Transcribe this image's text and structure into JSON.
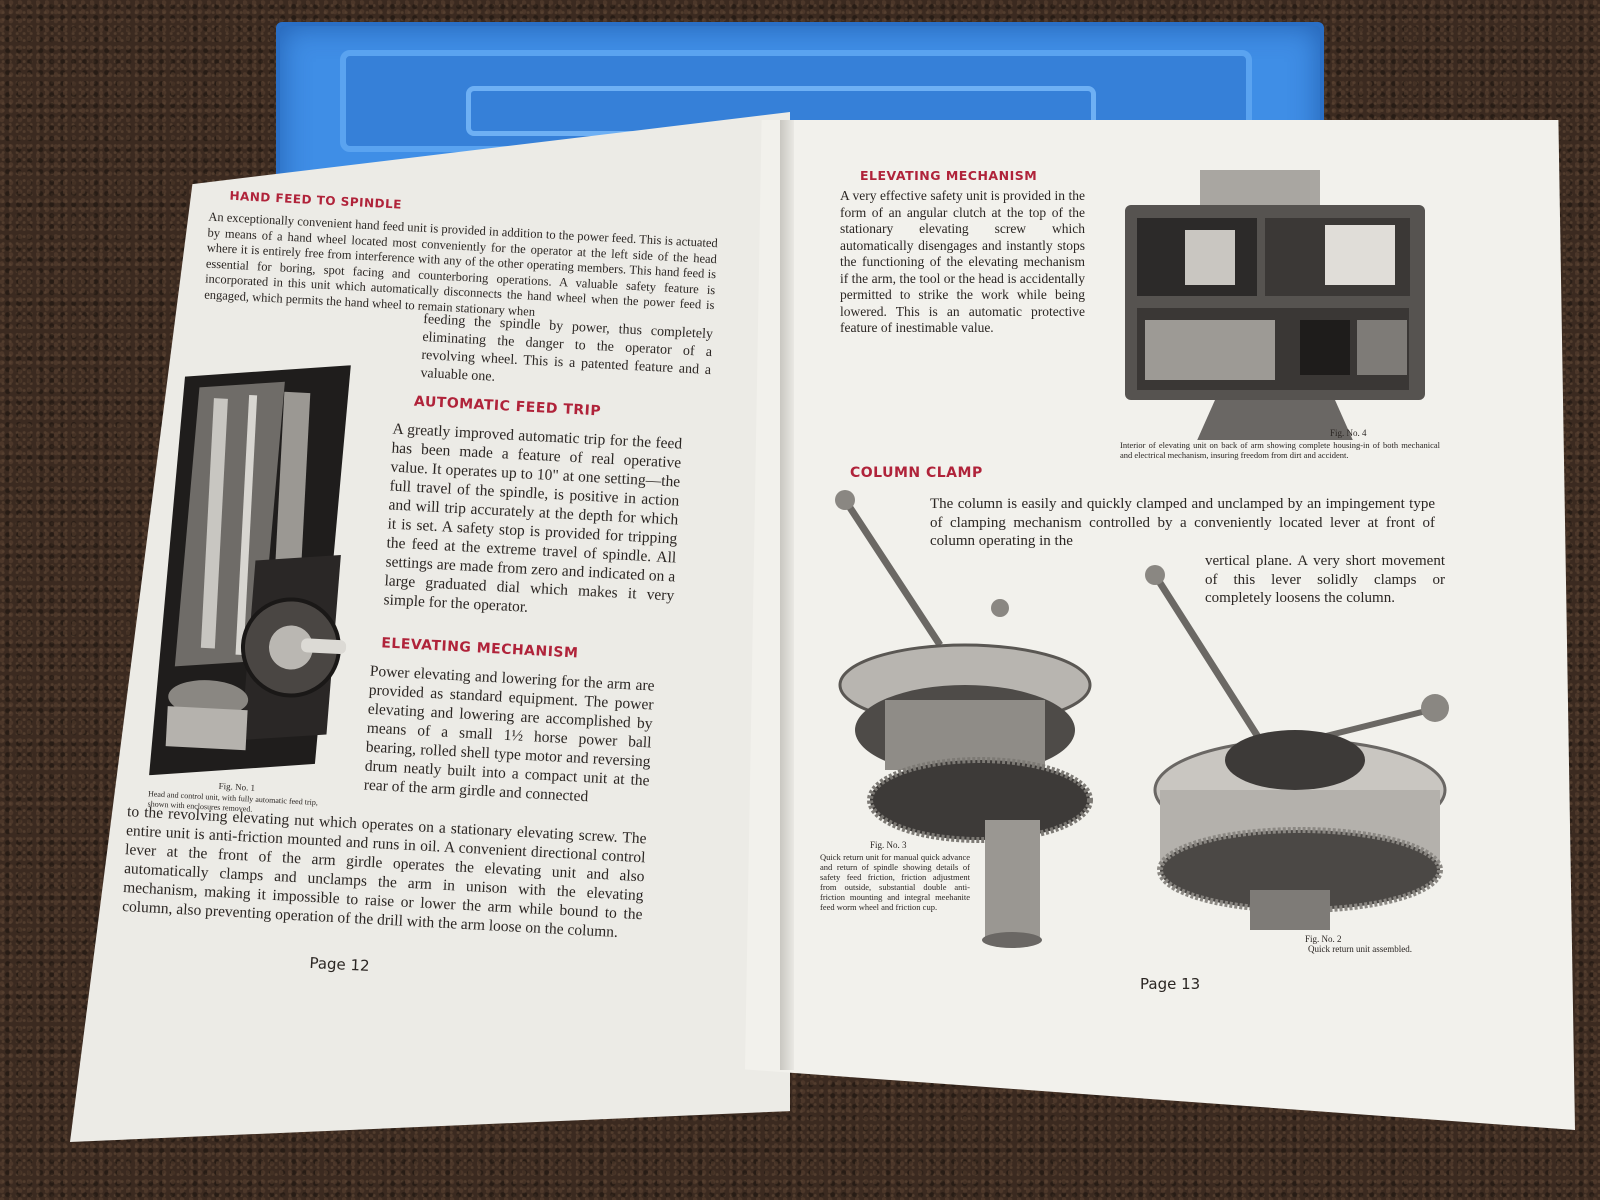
{
  "left_page": {
    "hand_feed": {
      "title": "HAND FEED TO SPINDLE",
      "body_1": "An exceptionally convenient hand feed unit is provided in addition to the power feed. This is actuated by means of a hand wheel located most conveniently for the operator at the left side of the head where it is entirely free from interference with any of the other operating members. This hand feed is essential for boring, spot facing and counterboring operations. A valuable safety feature is incorporated in this unit which automatically disconnects the hand wheel when the power feed is engaged, which permits the hand wheel to remain stationary when",
      "body_2": "feeding the spindle by power, thus completely eliminating the danger to the operator of a revolving wheel. This is a patented feature and a valuable one."
    },
    "feed_trip": {
      "title": "AUTOMATIC FEED TRIP",
      "body": "A greatly improved automatic trip for the feed has been made a feature of real operative value. It operates up to 10\" at one setting—the full travel of the spindle, is positive in action and will trip accurately at the depth for which it is set. A safety stop is provided for tripping the feed at the extreme travel of spindle. All settings are made from zero and indicated on a large graduated dial which makes it very simple for the operator."
    },
    "elevating": {
      "title": "ELEVATING MECHANISM",
      "body_1": "Power elevating and lowering for the arm are provided as standard equipment. The power elevating and lowering are accomplished by means of a small 1½ horse power ball bearing, rolled shell type motor and reversing drum neatly built into a compact unit at the rear of the arm girdle and connected",
      "body_2": "to the revolving elevating nut which operates on a stationary elevating screw. The entire unit is anti-friction mounted and runs in oil. A convenient directional control lever at the front of the arm girdle operates the elevating unit and also automatically clamps and unclamps the arm in unison with the elevating mechanism, making it impossible to raise or lower the arm while bound to the column, also preventing operation of the drill with the arm loose on the column."
    },
    "fig1": {
      "label": "Fig. No. 1",
      "caption": "Head and control unit, with fully automatic feed trip, shown with enclosures removed."
    },
    "page_number": "Page 12"
  },
  "right_page": {
    "elevating": {
      "title": "ELEVATING MECHANISM",
      "body": "A very effective safety unit is provided in the form of an angular clutch at the top of the stationary elevating screw which automatically disengages and instantly stops the functioning of the elevating mechanism if the arm, the tool or the head is accidentally permitted to strike the work while being lowered. This is an automatic protective feature of inestimable value."
    },
    "fig4": {
      "label": "Fig. No. 4",
      "caption": "Interior of elevating unit on back of arm showing complete housing-in of both mechanical and electrical mechanism, insuring freedom from dirt and accident."
    },
    "column_clamp": {
      "title": "COLUMN CLAMP",
      "body_1": "The column is easily and quickly clamped and unclamped by an impingement type of clamping mechanism controlled by a conveniently located lever at front of column operating in the",
      "body_2": "vertical plane. A very short movement of this lever solidly clamps or completely loosens the column."
    },
    "fig3": {
      "label": "Fig. No. 3",
      "caption": "Quick return unit for manual quick advance and return of spindle showing details of safety feed friction, friction adjustment from outside, substantial double anti-friction mounting and integral meehanite feed worm wheel and friction cup."
    },
    "fig2": {
      "label": "Fig. No. 2",
      "caption": "Quick return unit assembled."
    },
    "page_number": "Page 13"
  },
  "colors": {
    "heading": "#b0233a",
    "paper_left": "#ecebe6",
    "paper_right": "#f2f1ec",
    "tray_blue": "#3f8ee6",
    "carpet": "#3b2a20"
  }
}
